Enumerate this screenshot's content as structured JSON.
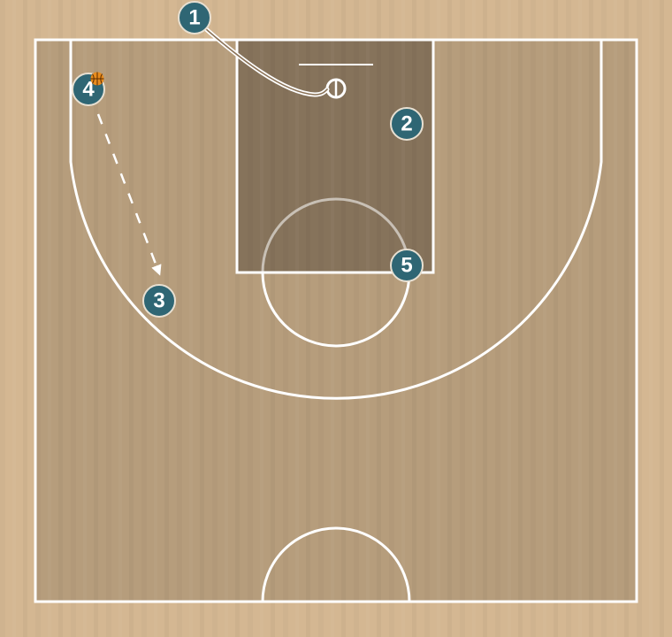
{
  "diagram": {
    "type": "basketball-half-court-play",
    "colors": {
      "outer_floor": "#d4b792",
      "court_floor": "#b69d7c",
      "paint": "#86735b",
      "lines": "#ffffff",
      "player_fill": "#2f6674",
      "player_stroke": "#e8e0d2",
      "player_text": "#ffffff",
      "ball": "#e88c1e"
    },
    "players": [
      {
        "id": "p1",
        "label": "1",
        "has_ball": false
      },
      {
        "id": "p2",
        "label": "2",
        "has_ball": false
      },
      {
        "id": "p3",
        "label": "3",
        "has_ball": false
      },
      {
        "id": "p4",
        "label": "4",
        "has_ball": true
      },
      {
        "id": "p5",
        "label": "5",
        "has_ball": false
      }
    ],
    "actions": [
      {
        "type": "cut",
        "style": "solid",
        "from": "1",
        "to": "basket"
      },
      {
        "type": "pass",
        "style": "dashed",
        "from": "4",
        "to": "3"
      }
    ]
  }
}
